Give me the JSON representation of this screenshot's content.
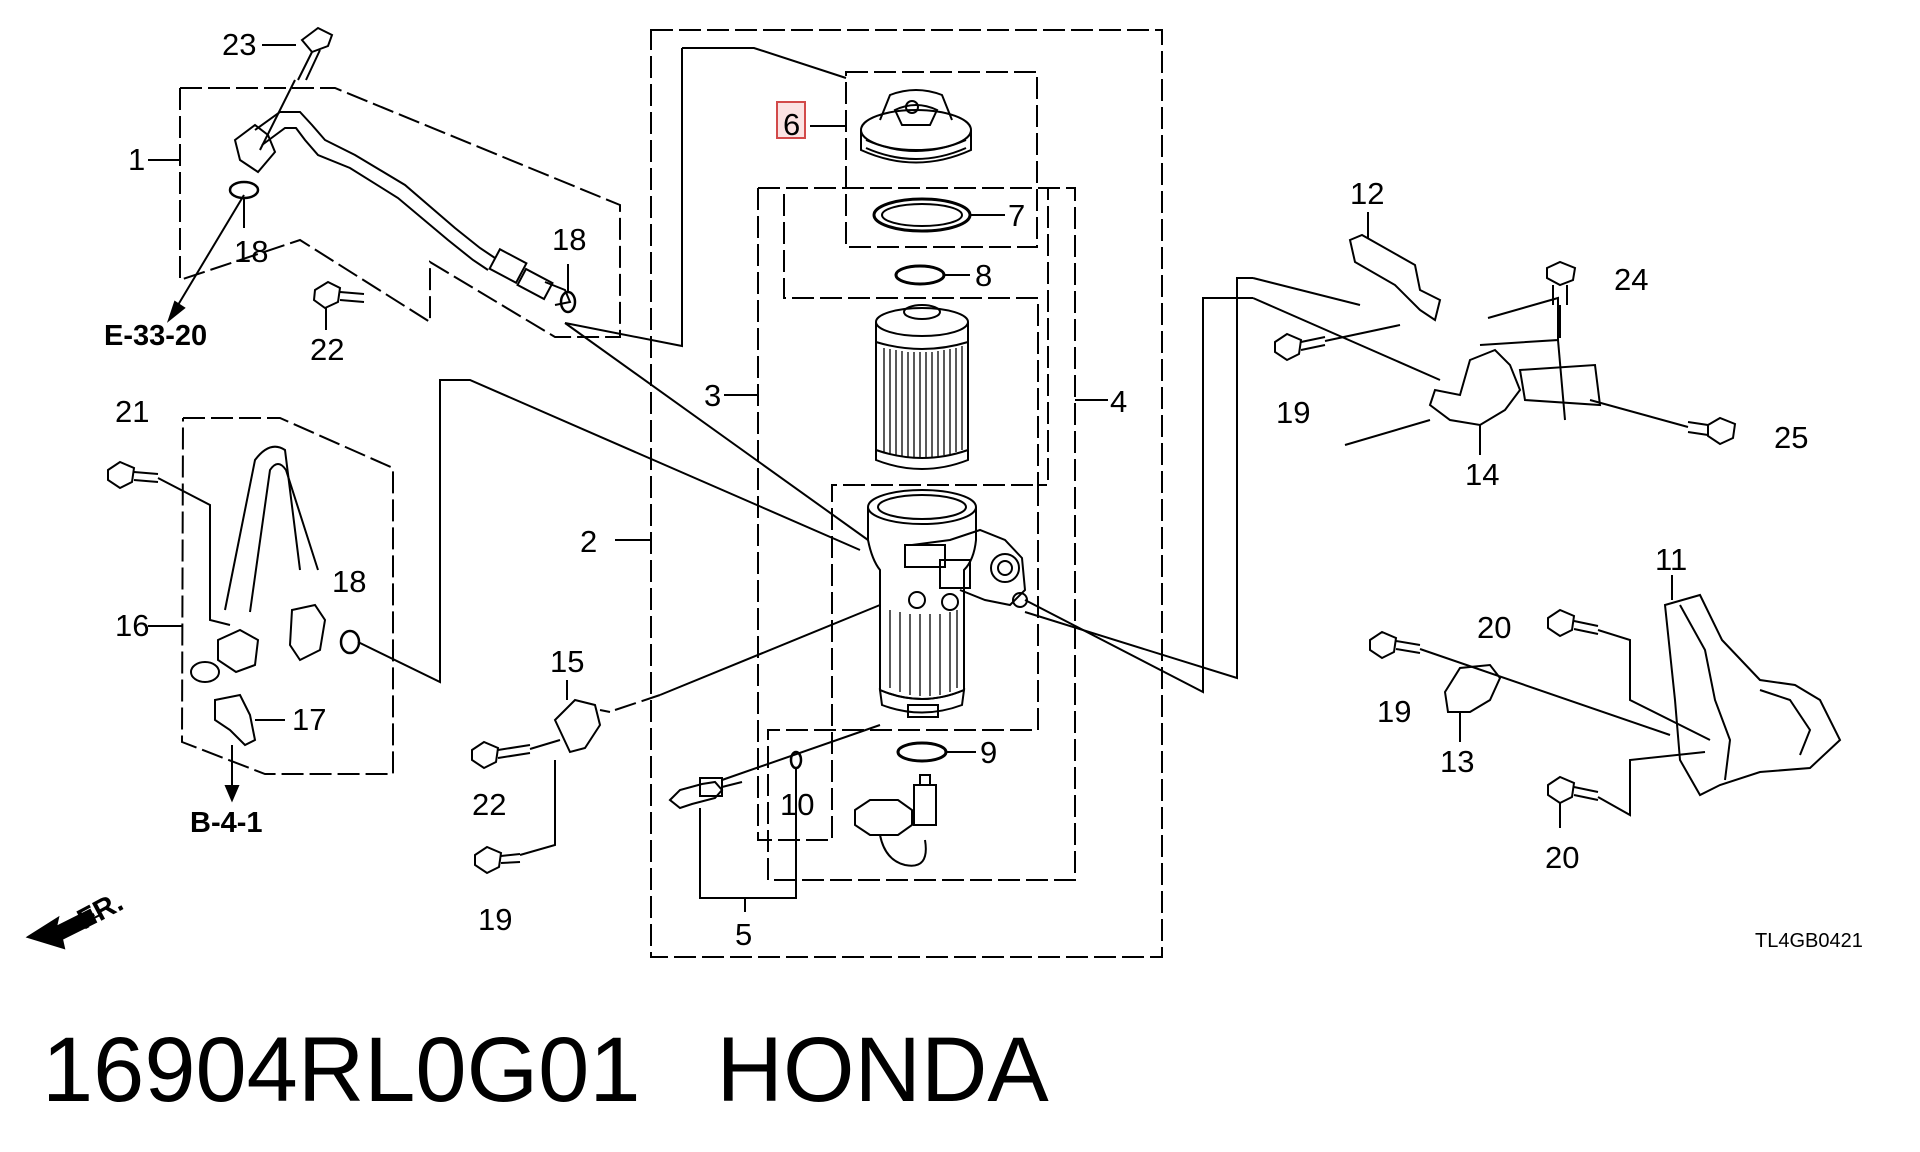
{
  "diagram": {
    "diagram_code": "TL4GB0421",
    "front_indicator": "FR.",
    "highlighted_part": "6",
    "ref_labels": [
      {
        "id": "ref-e-33-20",
        "text": "E-33-20"
      },
      {
        "id": "ref-b-4-1",
        "text": "B-4-1"
      }
    ],
    "callouts": [
      {
        "id": "c23",
        "text": "23"
      },
      {
        "id": "c1",
        "text": "1"
      },
      {
        "id": "c18a",
        "text": "18"
      },
      {
        "id": "c18b",
        "text": "18"
      },
      {
        "id": "c22a",
        "text": "22"
      },
      {
        "id": "c21",
        "text": "21"
      },
      {
        "id": "c16",
        "text": "16"
      },
      {
        "id": "c18c",
        "text": "18"
      },
      {
        "id": "c17",
        "text": "17"
      },
      {
        "id": "c6",
        "text": "6"
      },
      {
        "id": "c7",
        "text": "7"
      },
      {
        "id": "c8",
        "text": "8"
      },
      {
        "id": "c3",
        "text": "3"
      },
      {
        "id": "c4",
        "text": "4"
      },
      {
        "id": "c2",
        "text": "2"
      },
      {
        "id": "c15",
        "text": "15"
      },
      {
        "id": "c22b",
        "text": "22"
      },
      {
        "id": "c19a",
        "text": "19"
      },
      {
        "id": "c9",
        "text": "9"
      },
      {
        "id": "c10",
        "text": "10"
      },
      {
        "id": "c5",
        "text": "5"
      },
      {
        "id": "c12",
        "text": "12"
      },
      {
        "id": "c24",
        "text": "24"
      },
      {
        "id": "c19b",
        "text": "19"
      },
      {
        "id": "c25",
        "text": "25"
      },
      {
        "id": "c14",
        "text": "14"
      },
      {
        "id": "c11",
        "text": "11"
      },
      {
        "id": "c20a",
        "text": "20"
      },
      {
        "id": "c19c",
        "text": "19"
      },
      {
        "id": "c13",
        "text": "13"
      },
      {
        "id": "c20b",
        "text": "20"
      }
    ]
  },
  "footer": {
    "part_number": "16904RL0G01",
    "brand": "HONDA"
  }
}
